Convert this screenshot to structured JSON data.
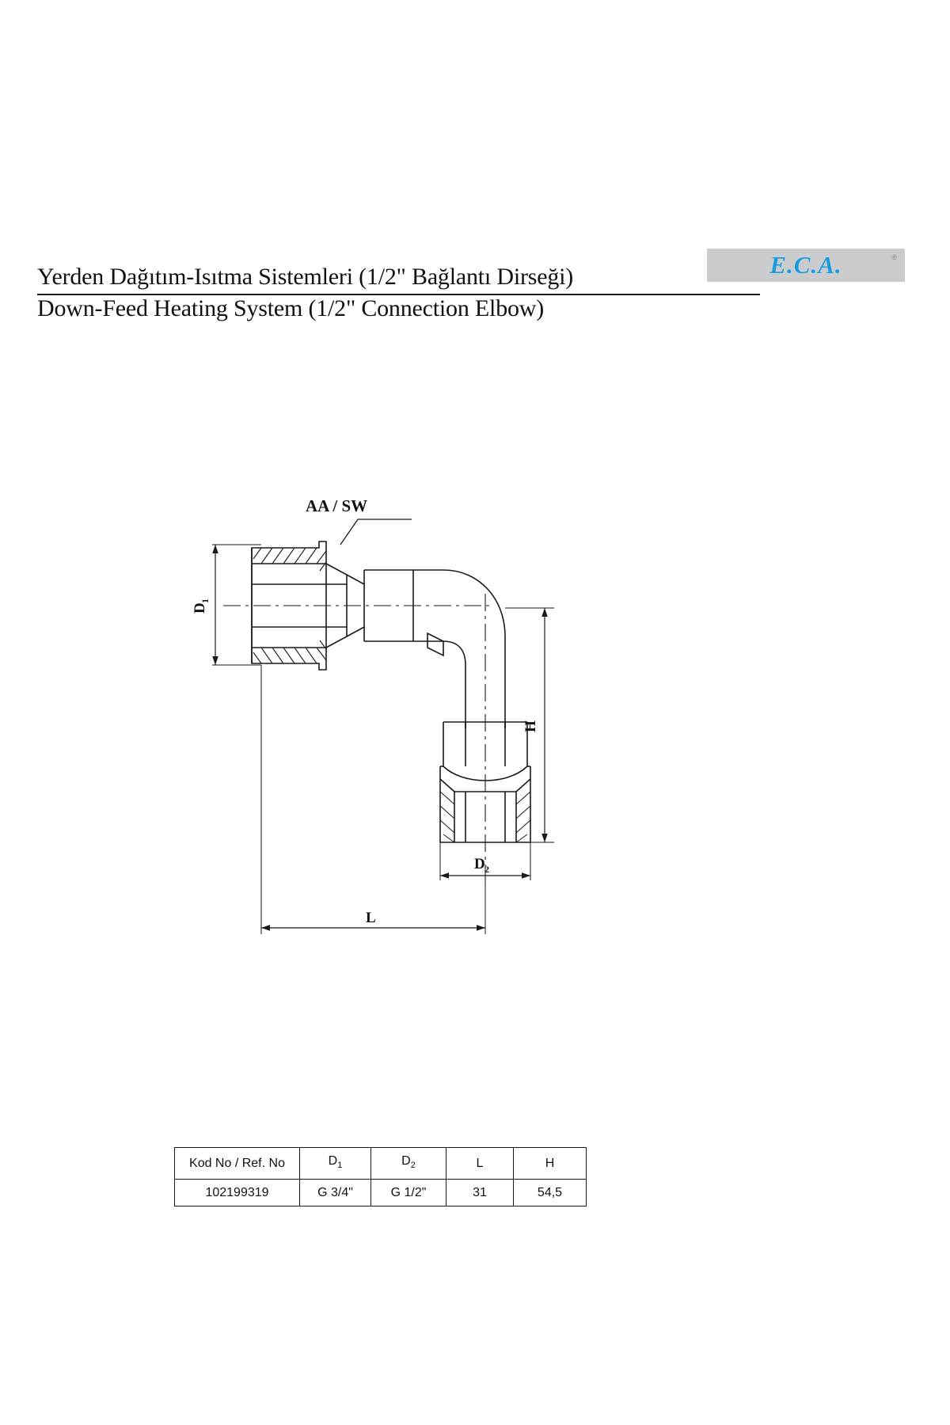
{
  "brand": {
    "logo_text": "E.C.A.",
    "registered_mark": "®",
    "logo_bg_color": "#c9cbcc",
    "logo_text_color": "#1c9ade"
  },
  "title": {
    "line_tr": "Yerden Dağıtım-Isıtma Sistemleri (1/2\" Bağlantı Dirseği)",
    "line_en": "Down-Feed Heating System (1/2\" Connection Elbow)"
  },
  "drawing": {
    "labels": {
      "aa_sw": "AA / SW",
      "d1": "D",
      "d1_sub": "1",
      "d2": "D",
      "d2_sub": "2",
      "l": "L",
      "h": "H"
    },
    "line_color": "#1a1a1a"
  },
  "table": {
    "headers": [
      {
        "text": "Kod No / Ref. No",
        "sub": ""
      },
      {
        "text": "D",
        "sub": "1"
      },
      {
        "text": "D",
        "sub": "2"
      },
      {
        "text": "L",
        "sub": ""
      },
      {
        "text": "H",
        "sub": ""
      }
    ],
    "rows": [
      {
        "ref_no": "102199319",
        "d1": "G 3/4\"",
        "d2": "G 1/2\"",
        "l": "31",
        "h": "54,5"
      }
    ]
  }
}
